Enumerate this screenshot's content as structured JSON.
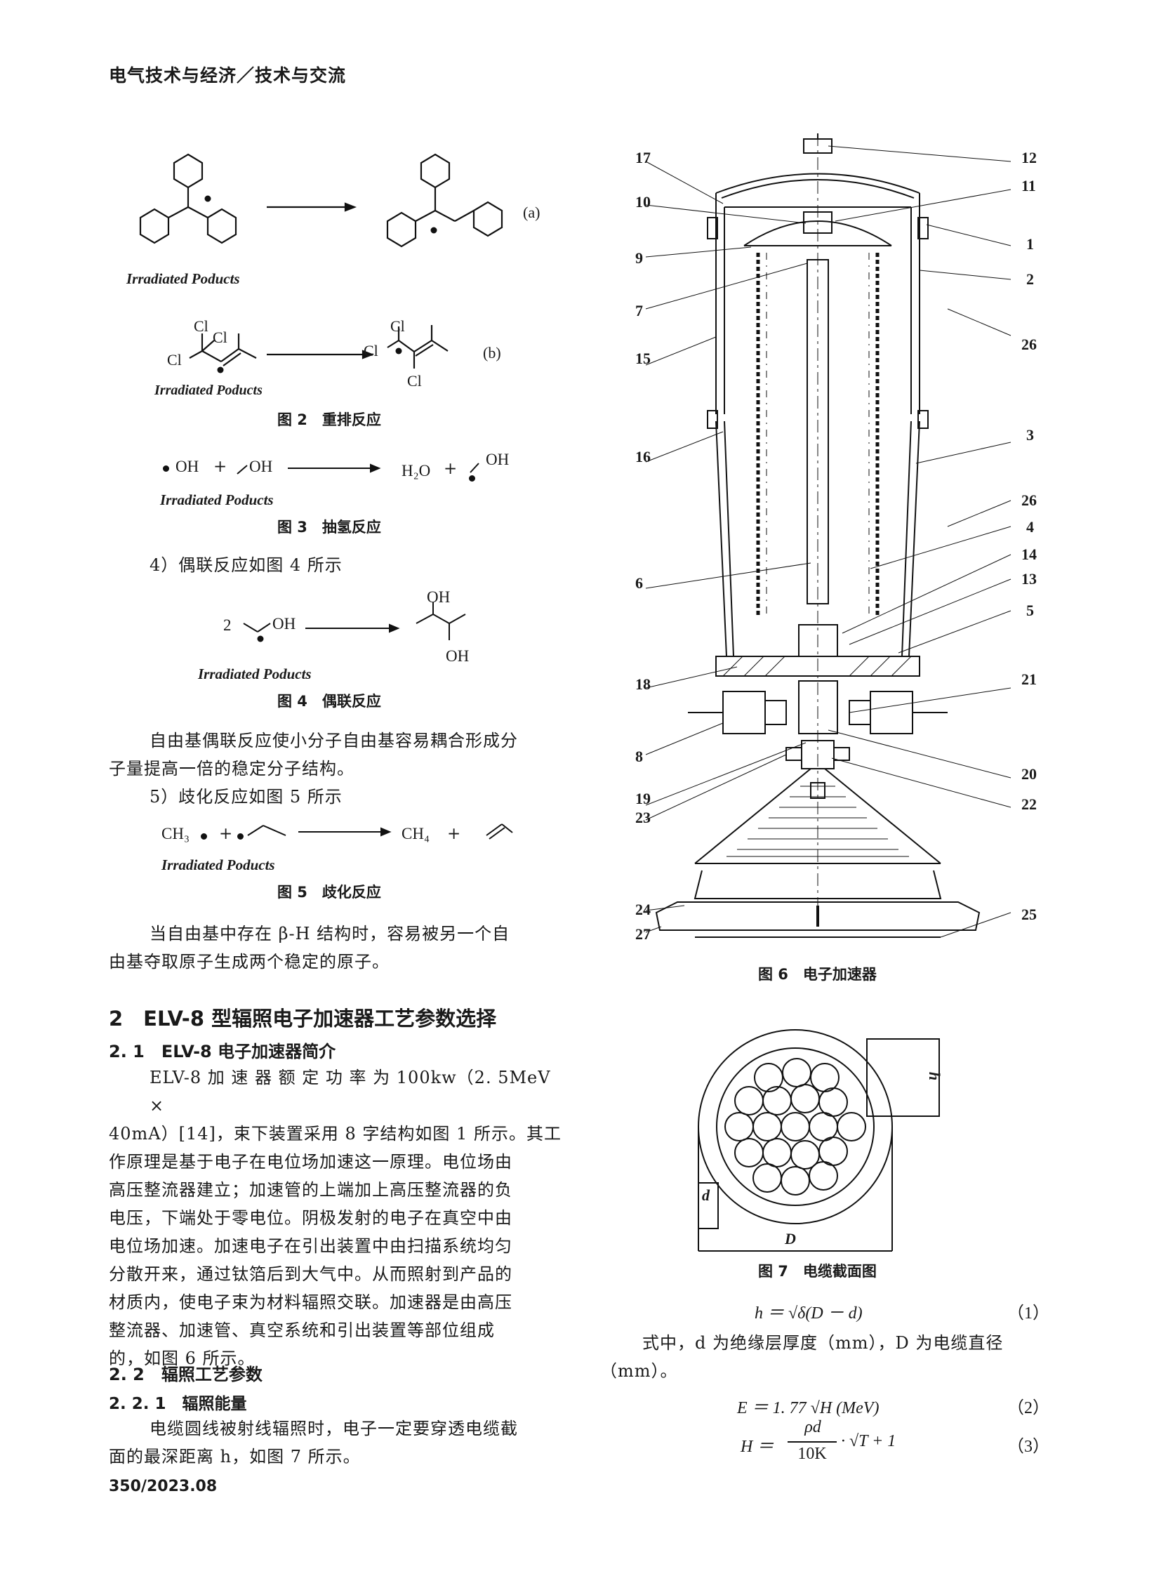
{
  "header": "电气技术与经济／技术与交流",
  "fig2": {
    "label_a": "(a)",
    "label_b": "(b)",
    "irradiated": "Irradiated Poducts",
    "caption": "图 2　重排反应",
    "cl": "Cl"
  },
  "fig3": {
    "oh": "OH",
    "plus": "+",
    "h2o": "H₂O",
    "irradiated": "Irradiated Poducts",
    "caption": "图 3　抽氢反应"
  },
  "step4": "4）偶联反应如图 4 所示",
  "fig4": {
    "coef": "2",
    "oh": "OH",
    "irradiated": "Irradiated Poducts",
    "caption": "图 4　偶联反应"
  },
  "para_coupling": [
    "自由基偶联反应使小分子自由基容易耦合形成分",
    "子量提高一倍的稳定分子结构。"
  ],
  "step5": "5）歧化反应如图 5 所示",
  "fig5": {
    "ch3": "CH₃",
    "ch4": "CH₄",
    "plus": "+",
    "irradiated": "Irradiated Poducts",
    "caption": "图 5　歧化反应"
  },
  "para_betah": [
    "当自由基中存在 β-H 结构时，容易被另一个自",
    "由基夺取原子生成两个稳定的原子。"
  ],
  "section2": "2　ELV-8 型辐照电子加速器工艺参数选择",
  "section21": "2. 1　ELV-8 电子加速器简介",
  "para_elv": [
    "ELV-8 加 速 器 额 定 功 率 为 100kw（2. 5MeV ×",
    "40mA）[14]，束下装置采用 8 字结构如图 1 所示。其工",
    "作原理是基于电子在电位场加速这一原理。电位场由",
    "高压整流器建立；加速管的上端加上高压整流器的负",
    "电压，下端处于零电位。阴极发射的电子在真空中由",
    "电位场加速。加速电子在引出装置中由扫描系统均匀",
    "分散开来，通过钛箔后到大气中。从而照射到产品的",
    "材质内，使电子束为材料辐照交联。加速器是由高压",
    "整流器、加速管、真空系统和引出装置等部位组成",
    "的，如图 6 所示。"
  ],
  "section22": "2. 2　辐照工艺参数",
  "section221": "2. 2. 1　辐照能量",
  "para_energy": [
    "电缆圆线被射线辐照时，电子一定要穿透电缆截",
    "面的最深距离 h，如图 7 所示。"
  ],
  "fig6": {
    "caption": "图 6　电子加速器",
    "left_labels": [
      "17",
      "10",
      "9",
      "7",
      "15",
      "16",
      "6",
      "18",
      "8",
      "19",
      "23",
      "24",
      "27"
    ],
    "right_labels": [
      "12",
      "11",
      "1",
      "2",
      "26",
      "3",
      "26",
      "4",
      "14",
      "13",
      "5",
      "21",
      "20",
      "22",
      "25"
    ]
  },
  "fig7": {
    "caption": "图 7　电缆截面图",
    "h": "h",
    "d": "d",
    "D": "D"
  },
  "eq1": {
    "text": "h ＝ √δ(D － d)",
    "no": "（1）"
  },
  "para_where": [
    "式中，d 为绝缘层厚度（mm），D 为电缆直径",
    "（mm）。"
  ],
  "eq2": {
    "text": "E ＝ 1. 77 √H (MeV)",
    "no": "（2）"
  },
  "eq3": {
    "lhs": "H ＝",
    "num": "ρd",
    "den": "10K",
    "rhs": "· √T + 1",
    "no": "（3）"
  },
  "footer": "350/2023.08"
}
